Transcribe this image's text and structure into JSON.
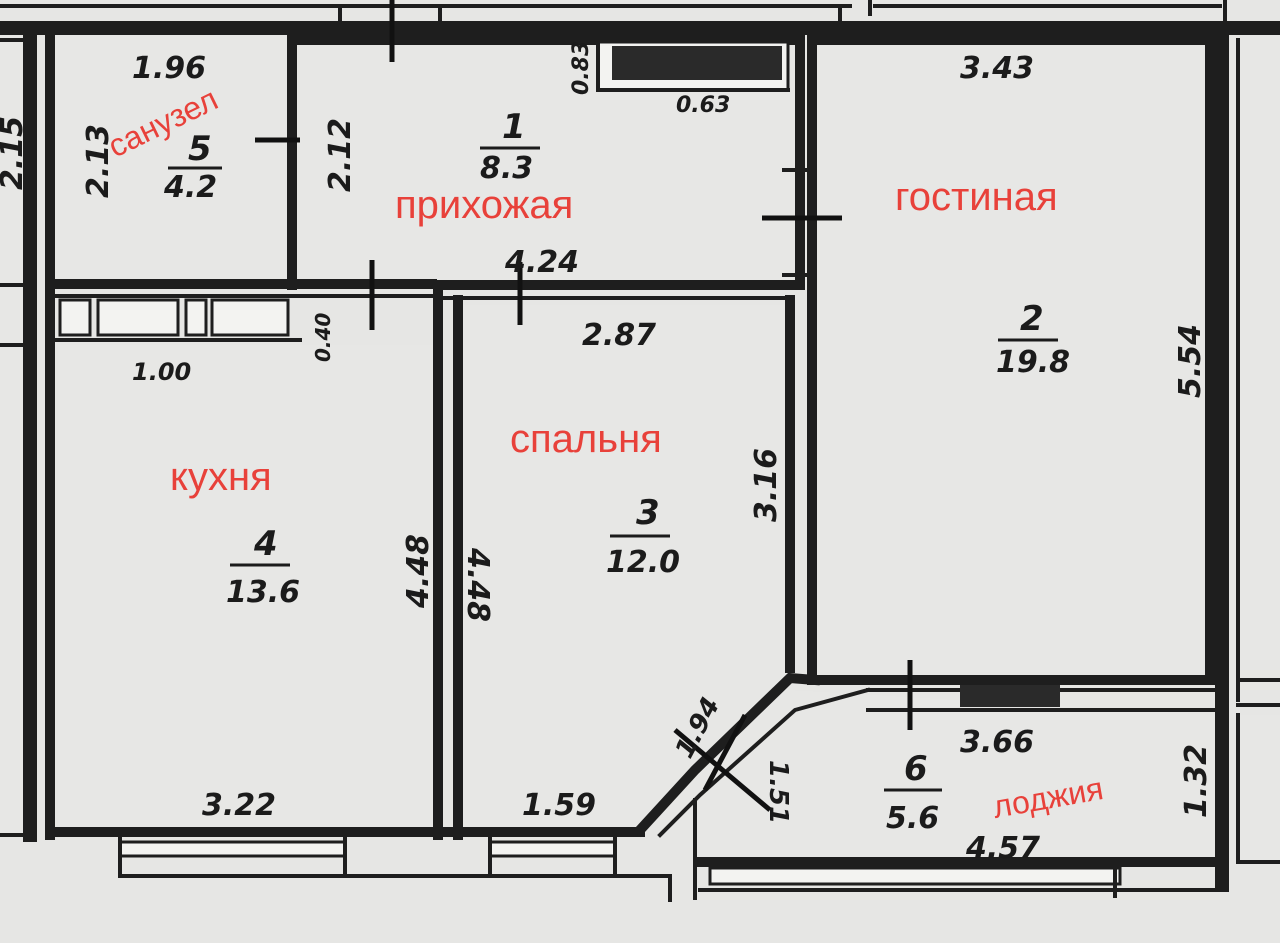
{
  "rooms": {
    "bathroom": {
      "name": "санузел",
      "number": "5",
      "area": "4.2",
      "dims": [
        "1.96",
        "2.13",
        "2.12"
      ]
    },
    "hallway": {
      "name": "прихожая",
      "number": "1",
      "area": "8.3",
      "dims": [
        "4.24",
        "0.63",
        "0.83"
      ]
    },
    "living": {
      "name": "гостиная",
      "number": "2",
      "area": "19.8",
      "dims": [
        "3.43",
        "5.54",
        "3.66"
      ]
    },
    "kitchen": {
      "name": "кухня",
      "number": "4",
      "area": "13.6",
      "dims": [
        "1.00",
        "3.22",
        "4.48",
        "0.40"
      ]
    },
    "bedroom": {
      "name": "спальня",
      "number": "3",
      "area": "12.0",
      "dims": [
        "2.87",
        "3.16",
        "4.48",
        "1.59",
        "1.94"
      ]
    },
    "loggia": {
      "name": "лоджия",
      "number": "6",
      "area": "5.6",
      "dims": [
        "4.57",
        "1.32",
        "1.51"
      ]
    }
  },
  "edge_dims": [
    "2.15"
  ]
}
